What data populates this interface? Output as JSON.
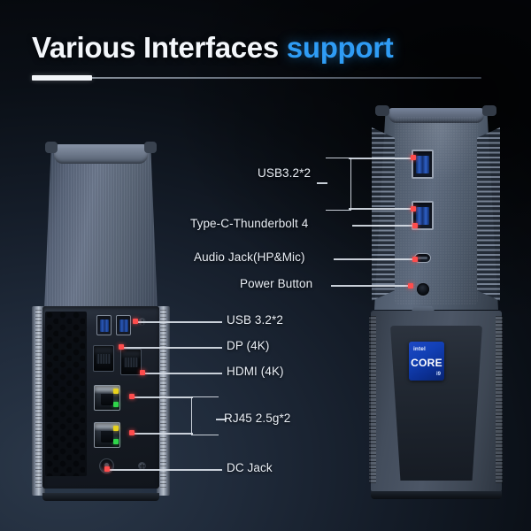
{
  "header": {
    "title_main": "Various Interfaces",
    "title_accent": "support"
  },
  "product": {
    "badge": {
      "brand": "intel",
      "family": "CORE",
      "tier": "i9"
    }
  },
  "callouts": {
    "right_device": [
      {
        "id": "usb32-top",
        "label": "USB3.2*2",
        "connector": "bracket",
        "ports": 2
      },
      {
        "id": "typec-tb4",
        "label": "Type-C-Thunderbolt 4",
        "connector": "line",
        "ports": 1
      },
      {
        "id": "audio-jack",
        "label": "Audio Jack(HP&Mic)",
        "connector": "line",
        "ports": 1
      },
      {
        "id": "power-button",
        "label": "Power Button",
        "connector": "line",
        "ports": 1
      }
    ],
    "left_device": [
      {
        "id": "usb32-rear",
        "label": "USB 3.2*2",
        "connector": "line",
        "ports": 1
      },
      {
        "id": "displayport",
        "label": "DP (4K)",
        "connector": "line",
        "ports": 1
      },
      {
        "id": "hdmi",
        "label": "HDMI (4K)",
        "connector": "line",
        "ports": 1
      },
      {
        "id": "rj45",
        "label": "RJ45 2.5g*2",
        "connector": "bracket",
        "ports": 2
      },
      {
        "id": "dc-jack",
        "label": "DC Jack",
        "connector": "line",
        "ports": 1
      }
    ]
  },
  "colors": {
    "accent_blue": "#2f9cf4",
    "marker_red": "#ff4d4d",
    "leader_line": "#d8dee7",
    "label_text": "#e9eef5",
    "background_dark": "#05070b",
    "background_navy": "#2b3849",
    "usb_port_blue": "#2e60c6",
    "led_yellow": "#e8d21c",
    "led_green": "#2fd64a",
    "power_triangle": "#2aa9ef",
    "intel_badge_blue": "#1240b6"
  }
}
